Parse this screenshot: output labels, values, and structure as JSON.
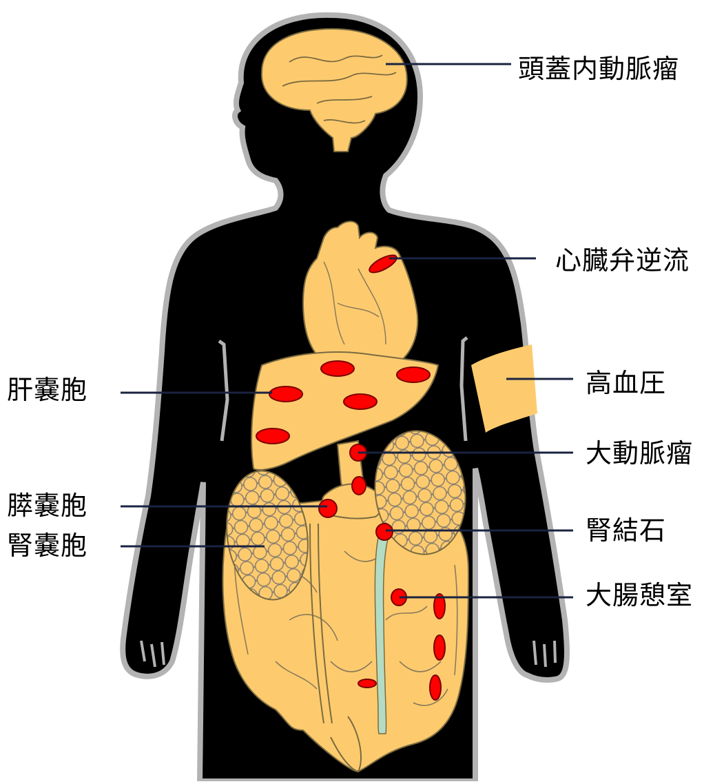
{
  "diagram": {
    "colors": {
      "silhouette": "#000000",
      "silhouette_outline": "#b3b3b3",
      "organ": "#fdcb6e",
      "organ_stroke": "#8a7a5a",
      "lesion": "#ff0000",
      "lesion_stroke": "#7a0000",
      "ureter": "#b4dcc4",
      "leader_line": "#1a2340"
    },
    "labels_right": [
      {
        "id": "intracranial_aneurysm",
        "text": "頭蓋内動脈瘤"
      },
      {
        "id": "valve_regurgitation",
        "text": "心臓弁逆流"
      },
      {
        "id": "hypertension",
        "text": "高血圧"
      },
      {
        "id": "aortic_aneurysm",
        "text": "大動脈瘤"
      },
      {
        "id": "kidney_stone",
        "text": "腎結石"
      },
      {
        "id": "colonic_diverticulum",
        "text": "大腸憩室"
      }
    ],
    "labels_left": [
      {
        "id": "liver_cyst",
        "text": "肝嚢胞"
      },
      {
        "id": "pancreatic_cyst",
        "text": "膵嚢胞"
      },
      {
        "id": "kidney_cyst",
        "text": "腎嚢胞"
      }
    ]
  }
}
